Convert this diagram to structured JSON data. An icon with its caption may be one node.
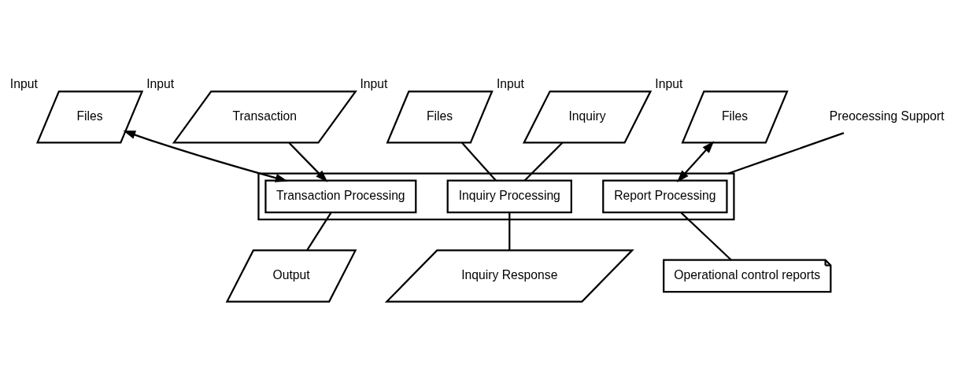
{
  "diagram": {
    "nodes": [
      {
        "text": [
          "Files"
        ],
        "beside": [
          "Input"
        ]
      },
      {
        "text": [
          "Files"
        ],
        "beside": [
          "Input"
        ]
      },
      {
        "text": [
          "Files"
        ],
        "beside": [
          "Input"
        ]
      },
      {
        "text": [
          "Transaction"
        ],
        "beside": [
          "Input"
        ]
      },
      {
        "text": [],
        "shape": "box"
      },
      {
        "text": [
          "Transaction Processing"
        ],
        "in": 4
      },
      {
        "text": [
          "Report Processing"
        ],
        "in": 4
      },
      {
        "text": [
          "Inquiry"
        ],
        "beside": [
          "Input"
        ]
      },
      {
        "text": [
          "Inquiry Processing"
        ],
        "in": 4
      },
      {
        "text": [
          "Preocessing Support"
        ]
      },
      {
        "text": [
          "Output"
        ]
      },
      {
        "text": [
          "Operational control reports"
        ]
      },
      {
        "text": [
          "Inquiry Response"
        ]
      }
    ],
    "edges": [
      {
        "from": 0,
        "to": 5,
        "arrow": "both"
      },
      {
        "from": 1,
        "to": 6,
        "arrow": "both"
      },
      {
        "from": 2,
        "to": 8,
        "arrow": "none"
      },
      {
        "from": 3,
        "to": 5,
        "arrow": "to"
      },
      {
        "from": 7,
        "to": 8,
        "arrow": "none"
      },
      {
        "from": 9,
        "to": 4,
        "arrow": "none"
      },
      {
        "from": 5,
        "to": 10,
        "arrow": "none"
      },
      {
        "from": 6,
        "to": 11,
        "arrow": "none"
      },
      {
        "from": 8,
        "to": 12,
        "arrow": "none"
      }
    ]
  }
}
